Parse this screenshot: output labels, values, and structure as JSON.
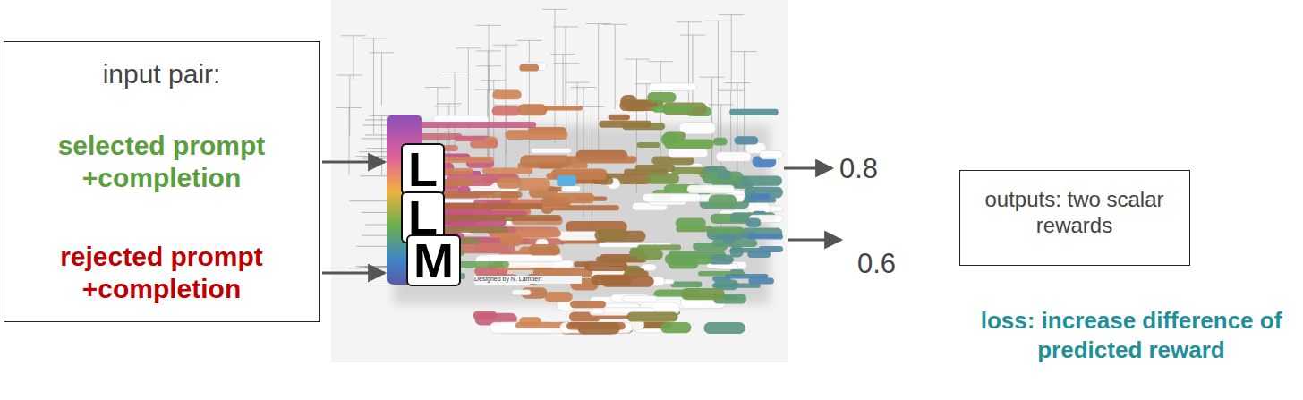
{
  "diagram": {
    "nodes": [
      {
        "text": [
          "input pair:",
          "selected prompt +completion",
          "rejected prompt +completion"
        ]
      },
      {
        "text": [
          "L",
          "L",
          "M"
        ]
      },
      {
        "text": [
          "outputs: two scalar rewards"
        ]
      }
    ],
    "edges": [
      {
        "from": 0,
        "to": 1,
        "arrow": "to"
      },
      {
        "from": 0,
        "to": 1,
        "arrow": "to"
      }
    ],
    "labels": [
      "0.8",
      "0.6",
      "loss: increase difference of predicted reward",
      "Designed by N. Lambert"
    ]
  }
}
